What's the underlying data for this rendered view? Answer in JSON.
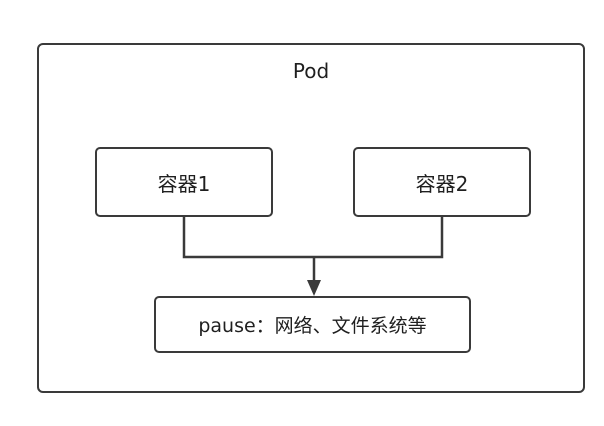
{
  "pod": {
    "label": "Pod"
  },
  "containers": [
    {
      "label": "容器1"
    },
    {
      "label": "容器2"
    }
  ],
  "pause": {
    "label": "pause：网络、文件系统等"
  },
  "colors": {
    "stroke": "#3a3a3a",
    "text": "#1f1f1f",
    "background": "#ffffff"
  }
}
